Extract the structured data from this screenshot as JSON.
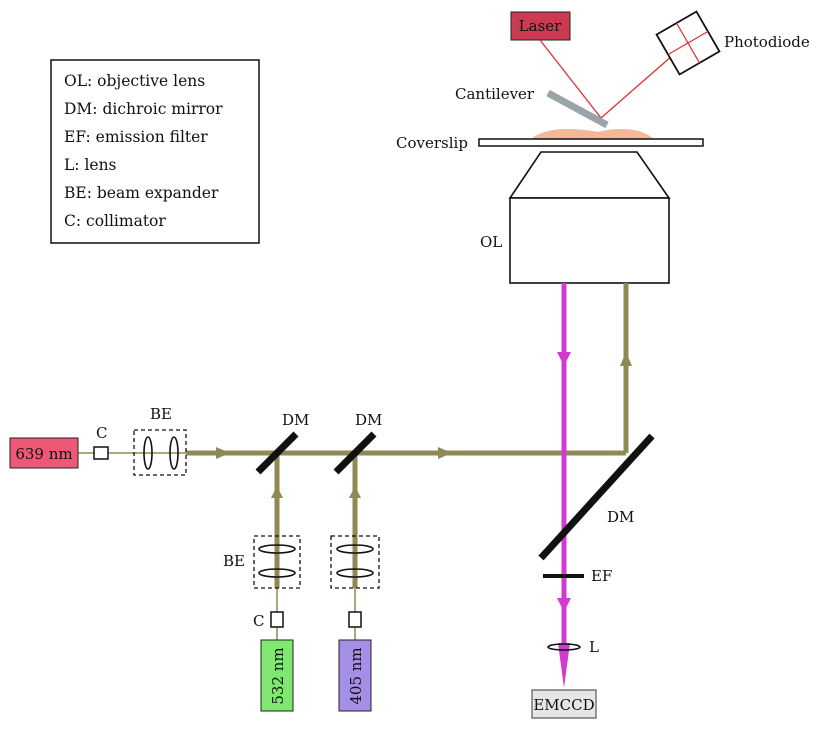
{
  "legend": {
    "lines": [
      "OL: objective lens",
      "DM: dichroic mirror",
      "EF: emission filter",
      "L: lens",
      "BE: beam expander",
      "C: collimator"
    ]
  },
  "afm": {
    "laser": "Laser",
    "photodiode": "Photodiode",
    "cantilever": "Cantilever",
    "coverslip": "Coverslip"
  },
  "microscope": {
    "objective": "OL",
    "dm_main": "DM",
    "emission_filter": "EF",
    "lens": "L",
    "detector": "EMCCD"
  },
  "laser_lines": {
    "red": "639 nm",
    "green": "532 nm",
    "violet": "405 nm",
    "collimator_red": "C",
    "collimator_green": "C",
    "beam_expander_red": "BE",
    "beam_expander_green": "BE",
    "dm_1": "DM",
    "dm_2": "DM"
  },
  "colors": {
    "excitation_beam": "#8f8a55",
    "emission_beam": "#d33ad0",
    "laser_639": "#ee5876",
    "laser_532": "#7ee86f",
    "laser_405": "#a58ee6",
    "afm_laser": "#cc3a52",
    "emccd": "#e6e6e6"
  }
}
